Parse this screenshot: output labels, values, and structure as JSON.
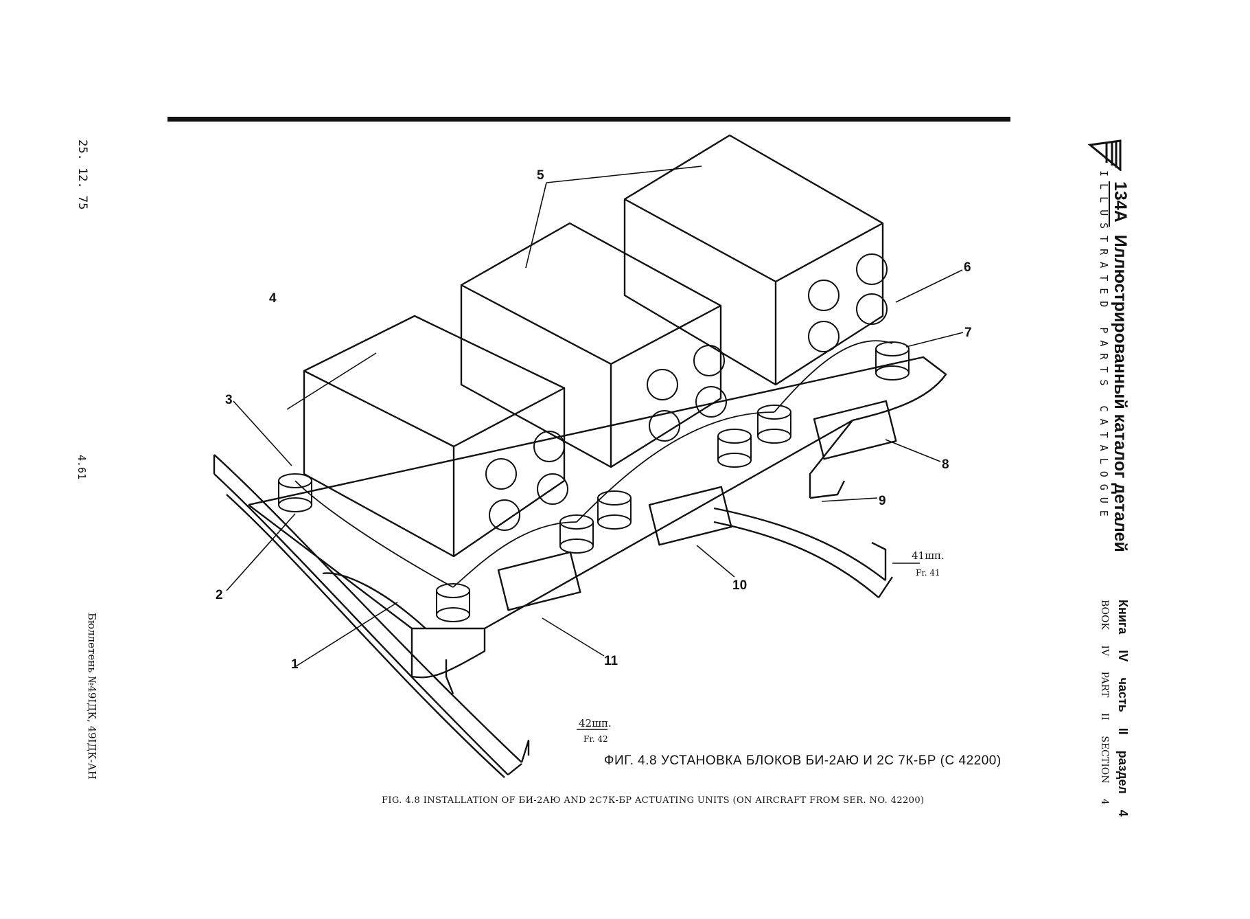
{
  "side": {
    "date": "25. 12. 75",
    "page_number": "4.61",
    "bulletin": "Бюллетень №49ІДК, 49ІДК-АН"
  },
  "header": {
    "model": "134A",
    "title_ru": "Иллюстрированный каталог деталей",
    "title_en": "ILLUSTRATED PARTS CATALOGUE",
    "book_ru": "Книга IV часть II раздел 4",
    "book_en": "BOOK IV PART II SECTION 4"
  },
  "figure": {
    "callouts": [
      "1",
      "2",
      "3",
      "4",
      "5",
      "6",
      "7",
      "8",
      "9",
      "10",
      "11"
    ],
    "frame_right": "41шп.",
    "frame_right_sub": "Fr. 41",
    "frame_left": "42шп.",
    "frame_left_sub": "Fr. 42"
  },
  "caption": {
    "ru": "ФИГ. 4.8 УСТАНОВКА БЛОКОВ БИ-2АЮ И 2С 7К-БР (С 42200)",
    "en": "FIG.   4.8 INSTALLATION OF БИ-2АЮ AND 2С7К-БР ACTUATING UNITS  (ON AIRCRAFT FROM SER. NO. 42200)"
  },
  "colors": {
    "ink": "#111111",
    "paper": "#ffffff"
  }
}
